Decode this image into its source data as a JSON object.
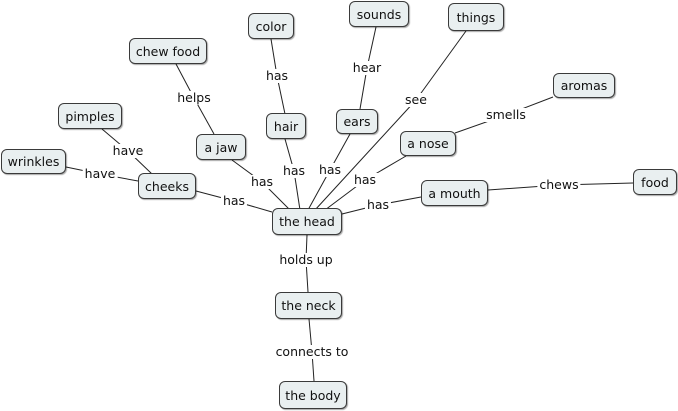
{
  "concepts": {
    "color": "color",
    "sounds": "sounds",
    "things": "things",
    "chew_food": "chew food",
    "aromas": "aromas",
    "pimples": "pimples",
    "hair": "hair",
    "ears": "ears",
    "a_jaw": "a jaw",
    "a_nose": "a nose",
    "wrinkles": "wrinkles",
    "cheeks": "cheeks",
    "food": "food",
    "a_mouth": "a mouth",
    "the_head": "the head",
    "the_neck": "the neck",
    "the_body": "the body"
  },
  "links": {
    "color_has": "has",
    "hair_has": "has",
    "ears_has": "has",
    "sounds_hear": "hear",
    "things_see": "see",
    "chew_helps": "helps",
    "jaw_has": "has",
    "pimples_have": "have",
    "wrinkles_have": "have",
    "cheeks_has": "has",
    "aromas_smells": "smells",
    "nose_has": "has",
    "mouth_has": "has",
    "food_chews": "chews",
    "neck_holds_up": "holds up",
    "body_connects_to": "connects to"
  }
}
